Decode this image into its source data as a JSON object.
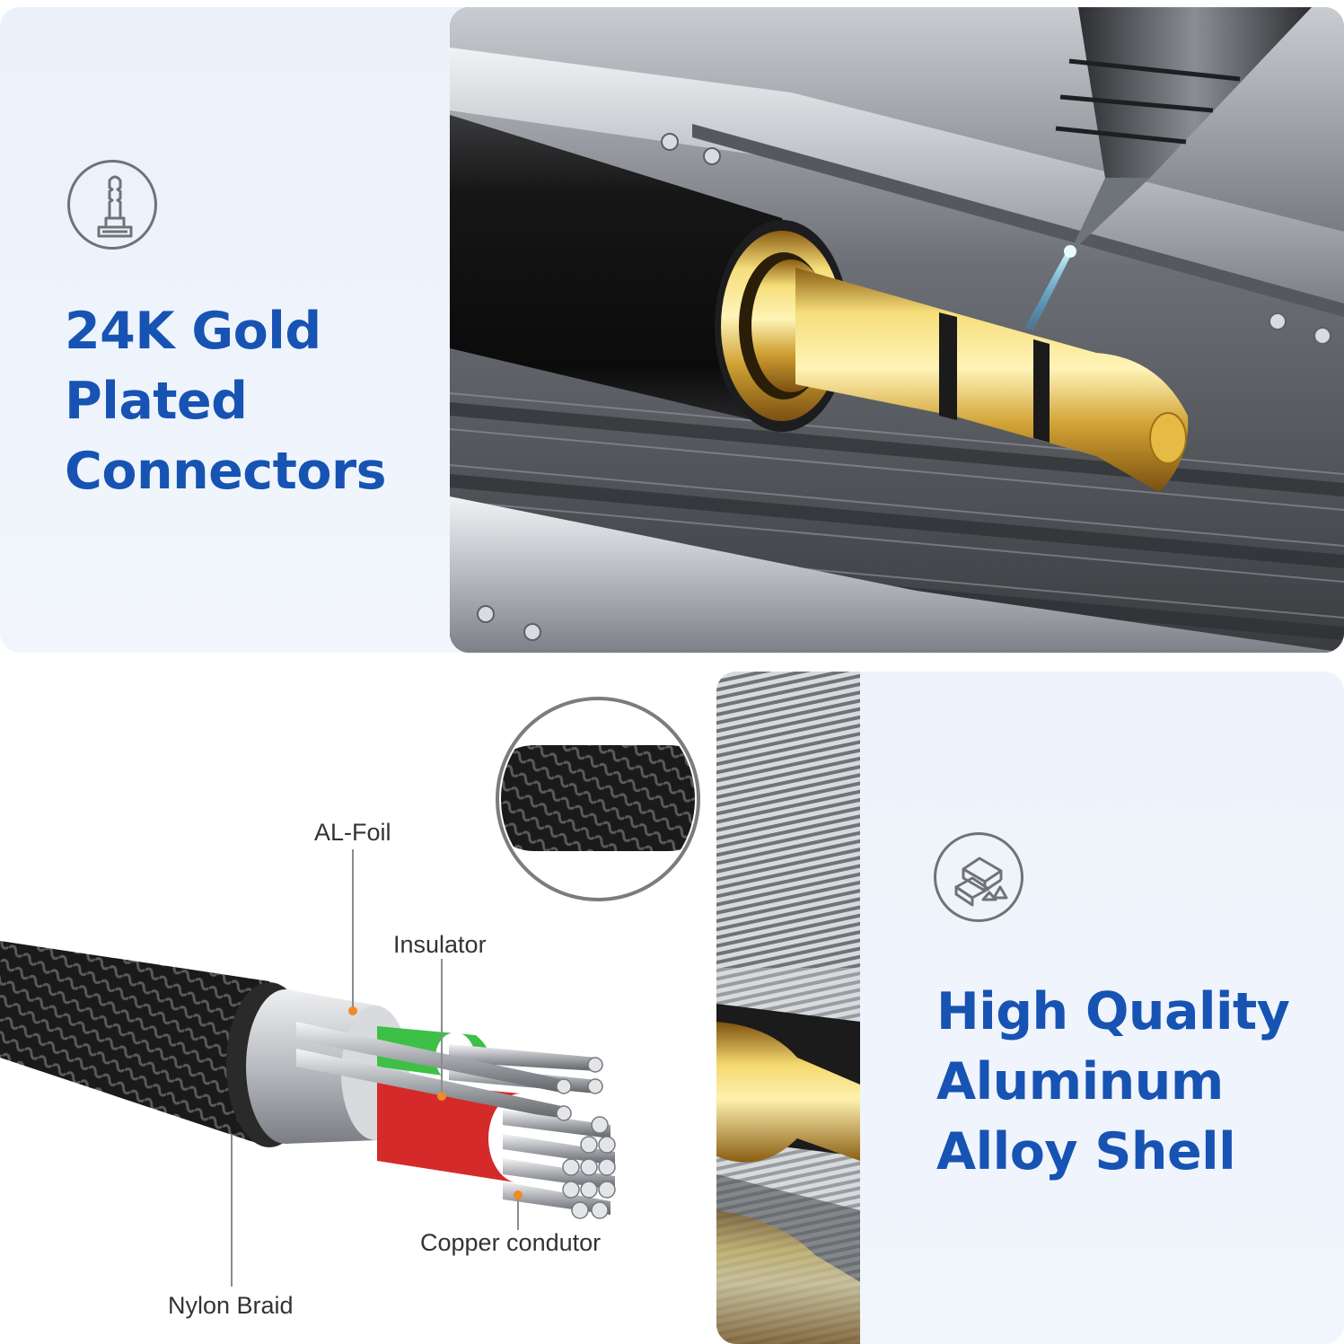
{
  "top_feature": {
    "title_lines": [
      "24K Gold",
      "Plated",
      "Connectors"
    ],
    "icon": "audio-jack-icon"
  },
  "bottom_feature": {
    "title_lines": [
      "High Quality",
      "Aluminum",
      "Alloy Shell"
    ],
    "icon": "metal-ingot-icon"
  },
  "cable_diagram": {
    "labels": {
      "al_foil": "AL-Foil",
      "insulator": "Insulator",
      "copper": "Copper condutor",
      "nylon": "Nylon Braid"
    }
  },
  "colors": {
    "title_blue": "#1753b3",
    "panel_bg": "#eef3fb",
    "gold": "#d4a93a",
    "callout_dot": "#f08a24"
  }
}
